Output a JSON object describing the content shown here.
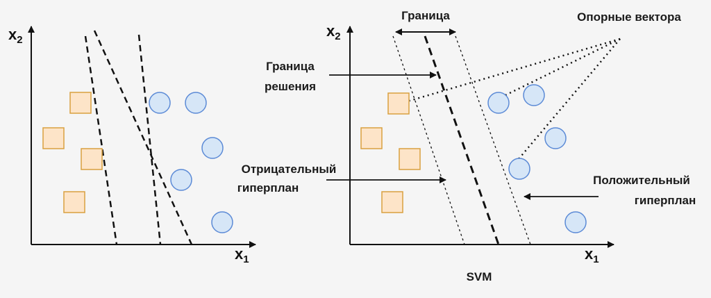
{
  "left_plot": {
    "axis_x_label": "x",
    "axis_x_sub": "1",
    "axis_y_label": "x",
    "axis_y_sub": "2"
  },
  "right_plot": {
    "axis_x_label": "x",
    "axis_x_sub": "1",
    "axis_y_label": "x",
    "axis_y_sub": "2",
    "caption": "SVM",
    "margin_label": "Граница",
    "support_vectors_label": "Опорные вектора",
    "decision_boundary_label_line1": "Граница",
    "decision_boundary_label_line2": "решения",
    "negative_hyperplane_label_line1": "Отрицательный",
    "negative_hyperplane_label_line2": "гиперплан",
    "positive_hyperplane_label_line1": "Положительный",
    "positive_hyperplane_label_line2": "гиперплан"
  },
  "colors": {
    "square_fill": "#fde4c8",
    "square_stroke": "#d9a03f",
    "circle_fill": "#d6e6f7",
    "circle_stroke": "#5b8ad6",
    "line": "#111111",
    "background": "#f5f5f5"
  }
}
